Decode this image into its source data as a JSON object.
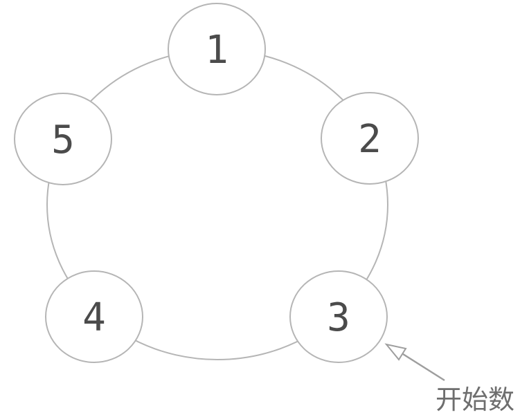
{
  "diagram": {
    "description": "five-circle counting ring",
    "nodes": [
      {
        "label": "1"
      },
      {
        "label": "2"
      },
      {
        "label": "3"
      },
      {
        "label": "4"
      },
      {
        "label": "5"
      }
    ],
    "annotation": {
      "label": "开始数",
      "points_to_node": "3"
    },
    "colors": {
      "background": "#ffffff",
      "circle_stroke": "#b5b5b5",
      "number_text": "#4b4b4b",
      "annotation_text": "#6e6e6e",
      "arrow": "#9e9e9e"
    }
  }
}
